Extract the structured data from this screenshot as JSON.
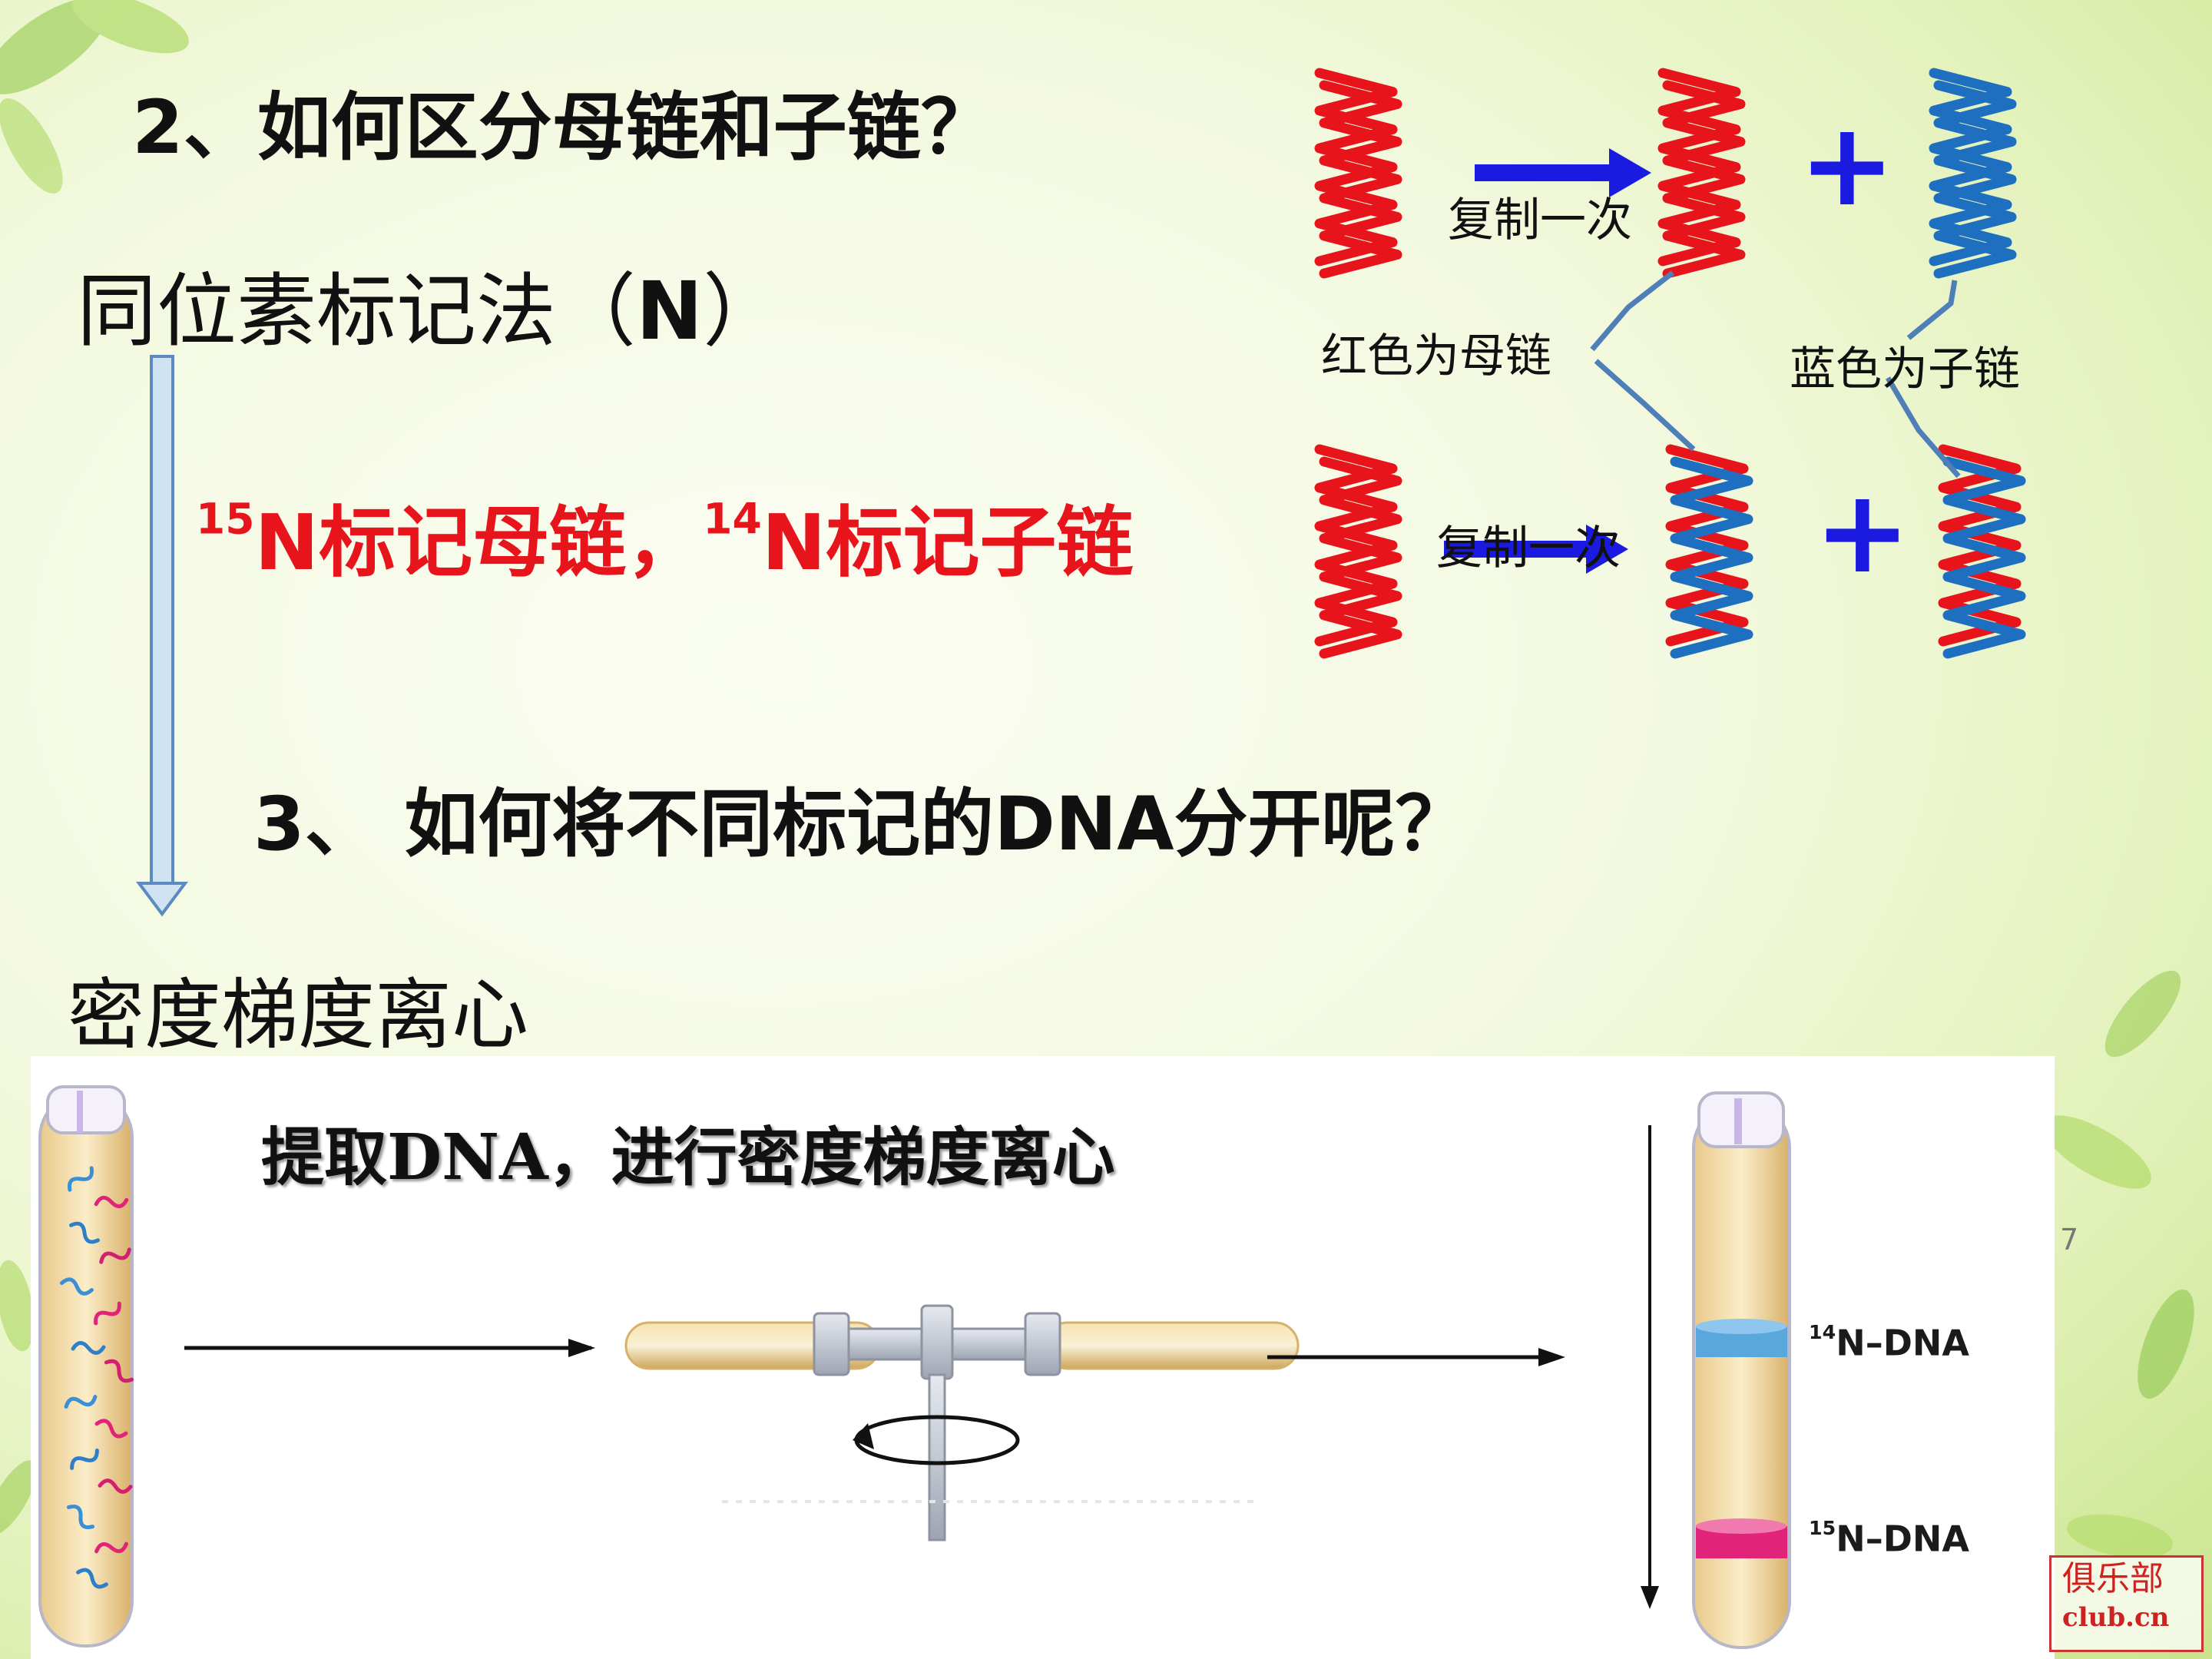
{
  "headings": {
    "q2": "2、如何区分母链和子链？",
    "method_prefix": "同位素标记法（",
    "method_letter": "N",
    "method_suffix": "）",
    "labeling": {
      "sup1": "15",
      "part1": "N标记母链，",
      "sup2": "14",
      "part2": "N标记子链"
    },
    "q3": "3、 如何将不同标记的DNA分开呢？",
    "centrifuge": "密度梯度离心"
  },
  "diagram": {
    "replicate_once_1": "复制一次",
    "replicate_once_2": "复制一次",
    "red_label": "红色为母链",
    "blue_label": "蓝色为子链",
    "plus_1": "+",
    "plus_2": "+"
  },
  "panel": {
    "caption": "提取DNA，进行密度梯度离心",
    "band_top": {
      "sup": "14",
      "text": "N–DNA"
    },
    "band_bottom": {
      "sup": "15",
      "text": "N–DNA"
    },
    "page_number": "7",
    "watermark_line1": "俱乐部",
    "watermark_line2": "club.cn"
  },
  "colors": {
    "parent_strand": "#e8141b",
    "daughter_strand": "#1f6fc0",
    "arrow": "#1a1ae0",
    "connector": "#4f7fb8"
  }
}
